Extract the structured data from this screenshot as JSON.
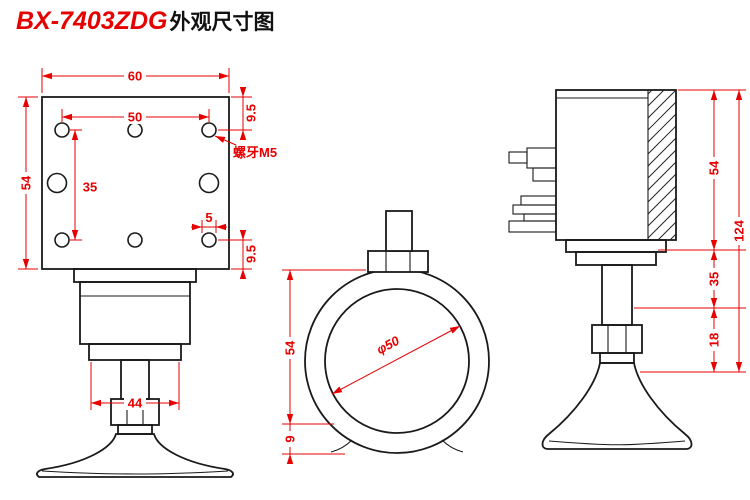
{
  "title": {
    "model": "BX-7403ZDG",
    "suffix": "外观尺寸图"
  },
  "colors": {
    "dimension_red": "#e60000",
    "outline_black": "#1a1a1a",
    "background": "#ffffff"
  },
  "front_view": {
    "dim_width_top": "60",
    "dim_hole_span_x": "50",
    "dim_height_left": "54",
    "dim_hole_span_y": "35",
    "dim_margin_top": "9.5",
    "dim_margin_bottom": "9.5",
    "dim_hole_offset": "5",
    "thread_note": "螺牙M5",
    "dim_base_width": "44"
  },
  "ring_view": {
    "dim_inner_diameter": "φ50",
    "dim_height": "54",
    "dim_base_height": "9"
  },
  "side_view": {
    "dim_body_height": "54",
    "dim_total_height": "124",
    "dim_mid_height": "35",
    "dim_lower_height": "18"
  }
}
